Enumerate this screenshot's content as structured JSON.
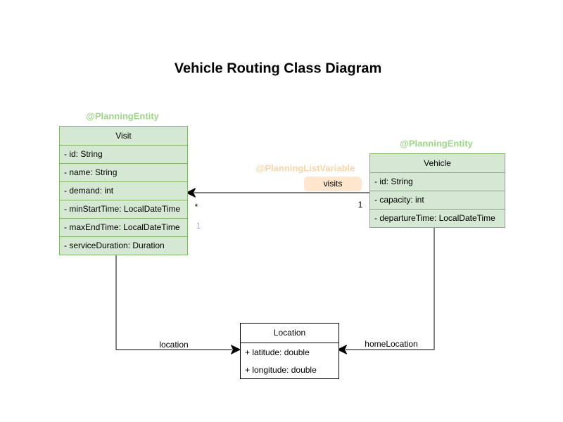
{
  "title": "Vehicle Routing Class Diagram",
  "classes": {
    "visit": {
      "annotation": "@PlanningEntity",
      "name": "Visit",
      "attributes": [
        "- id: String",
        "- name: String",
        "- demand: int",
        "- minStartTime: LocalDateTime",
        "- maxEndTime: LocalDateTime",
        "- serviceDuration: Duration"
      ]
    },
    "vehicle": {
      "annotation": "@PlanningEntity",
      "name": "Vehicle",
      "attributes": [
        "- id: String",
        "- capacity: int",
        "- departureTime: LocalDateTime"
      ]
    },
    "location": {
      "name": "Location",
      "attributes": [
        "+ latitude: double",
        "+ longitude: double"
      ]
    }
  },
  "edges": {
    "visits": {
      "annotation": "@PlanningListVariable",
      "label": "visits",
      "target_multiplicity": "*",
      "source_multiplicity": "1",
      "index_label": "1"
    },
    "location": {
      "label": "location"
    },
    "home_location": {
      "label": "homeLocation"
    }
  },
  "colors": {
    "entity_fill": "#d5e8d4",
    "entity_border": "#82b366",
    "entity_annotation_text": "#9ed688",
    "list_variable_annotation_text": "#fbd5a6",
    "edge_label_fill": "#ffe6cc",
    "index_label_text": "#b5a7d6",
    "plain_class_border": "#000000",
    "edge_color": "#000000"
  }
}
